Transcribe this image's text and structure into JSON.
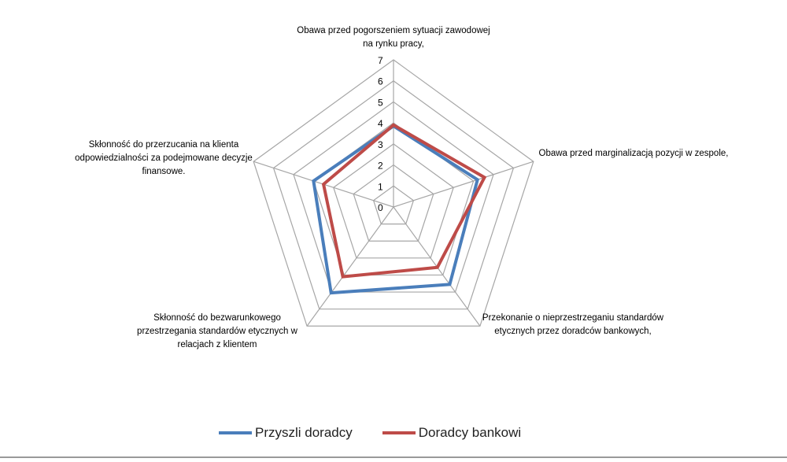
{
  "chart_data": {
    "type": "radar",
    "title": "",
    "categories": [
      "Obawa przed pogorszeniem sytuacji zawodowej na rynku pracy,",
      "Obawa przed marginalizacją pozycji w zespole,",
      "Przekonanie o nieprzestrzeganiu standardów etycznych przez doradców bankowych,",
      "Skłonność do bezwarunkowego przestrzegania standardów etycznych w relacjach z klientem",
      "Skłonność do przerzucania na klienta odpowiedzialności za podejmowane decyzje finansowe."
    ],
    "rlim": [
      0,
      7
    ],
    "ticks": [
      "0",
      "1",
      "2",
      "3",
      "4",
      "5",
      "6",
      "7"
    ],
    "grid": true,
    "legend_position": "bottom",
    "series": [
      {
        "name": "Przyszli doradcy",
        "color": "#4a7ebb",
        "values": [
          3.85,
          4.2,
          4.55,
          5.05,
          4.0
        ]
      },
      {
        "name": "Doradcy bankowi",
        "color": "#be4b48",
        "values": [
          3.9,
          4.55,
          3.55,
          4.1,
          3.5
        ]
      }
    ]
  }
}
